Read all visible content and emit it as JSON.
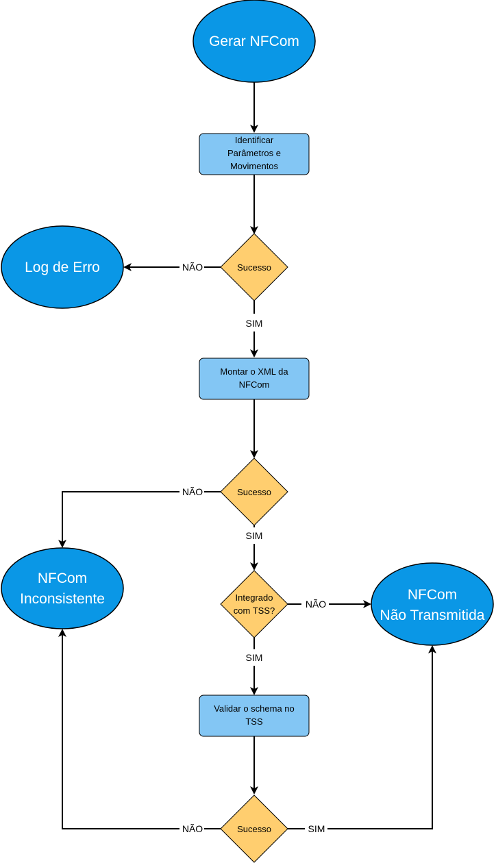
{
  "nodes": {
    "start": "Gerar NFCom",
    "identify": [
      "Identificar",
      "Parâmetros e",
      "Movimentos"
    ],
    "success1": "Sucesso",
    "log_error": "Log de Erro",
    "build_xml": [
      "Montar o XML da",
      "NFCom"
    ],
    "success2": "Sucesso",
    "inconsistent": [
      "NFCom",
      "Inconsistente"
    ],
    "integrated": [
      "Integrado",
      "com TSS?"
    ],
    "not_transmitted": [
      "NFCom",
      "Não Transmitida"
    ],
    "validate": [
      "Validar o schema no",
      "TSS"
    ],
    "success3": "Sucesso"
  },
  "edges": {
    "no": "NÃO",
    "yes": "SIM"
  },
  "colors": {
    "terminal": "#0a97e6",
    "process": "#83c6f4",
    "decision": "#ffce6f"
  }
}
